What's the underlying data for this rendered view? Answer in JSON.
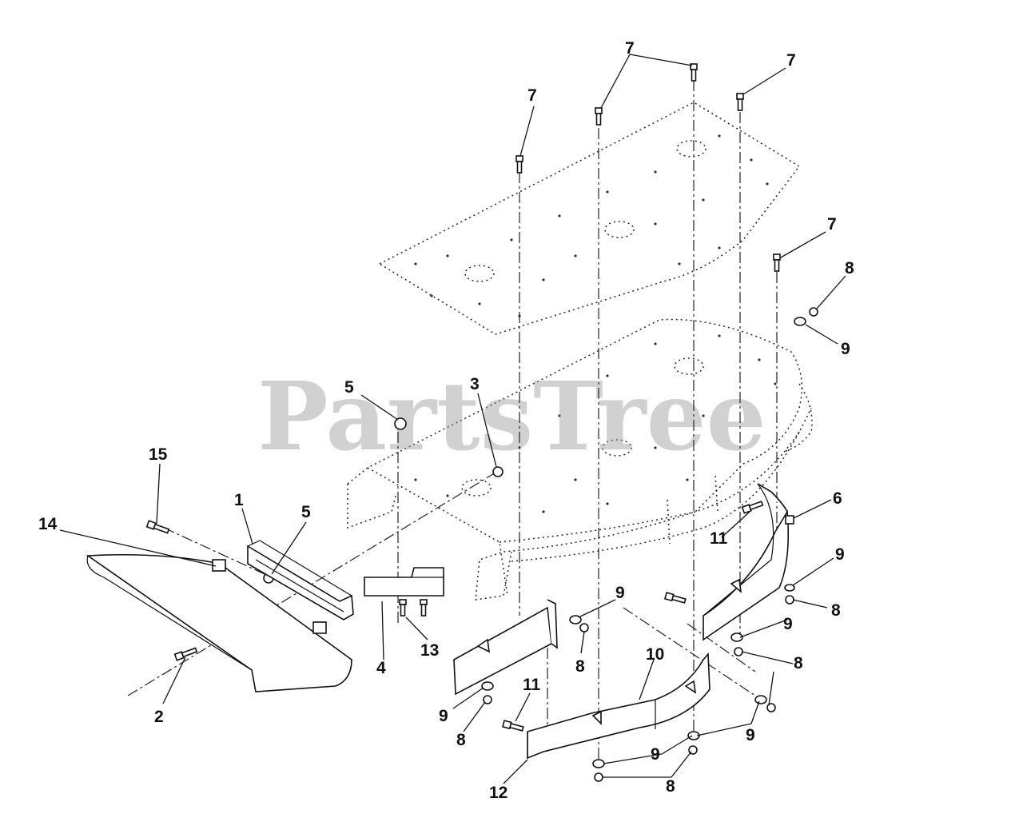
{
  "watermark": "PartsTree",
  "callouts": [
    {
      "id": "c7a",
      "label": "7"
    },
    {
      "id": "c7b",
      "label": "7"
    },
    {
      "id": "c7c",
      "label": "7"
    },
    {
      "id": "c7d",
      "label": "7"
    },
    {
      "id": "c8a",
      "label": "8"
    },
    {
      "id": "c9a",
      "label": "9"
    },
    {
      "id": "c5a",
      "label": "5"
    },
    {
      "id": "c3",
      "label": "3"
    },
    {
      "id": "c15",
      "label": "15"
    },
    {
      "id": "c1",
      "label": "1"
    },
    {
      "id": "c5b",
      "label": "5"
    },
    {
      "id": "c14",
      "label": "14"
    },
    {
      "id": "c6",
      "label": "6"
    },
    {
      "id": "c11a",
      "label": "11"
    },
    {
      "id": "c9b",
      "label": "9"
    },
    {
      "id": "c9c",
      "label": "9"
    },
    {
      "id": "c8b",
      "label": "8"
    },
    {
      "id": "c9d",
      "label": "9"
    },
    {
      "id": "c13",
      "label": "13"
    },
    {
      "id": "c4",
      "label": "4"
    },
    {
      "id": "c8c",
      "label": "8"
    },
    {
      "id": "c10",
      "label": "10"
    },
    {
      "id": "c8d",
      "label": "8"
    },
    {
      "id": "c9e",
      "label": "9"
    },
    {
      "id": "c11b",
      "label": "11"
    },
    {
      "id": "c8e",
      "label": "8"
    },
    {
      "id": "c2",
      "label": "2"
    },
    {
      "id": "c9f",
      "label": "9"
    },
    {
      "id": "c9g",
      "label": "9"
    },
    {
      "id": "c12",
      "label": "12"
    },
    {
      "id": "c8f",
      "label": "8"
    }
  ]
}
